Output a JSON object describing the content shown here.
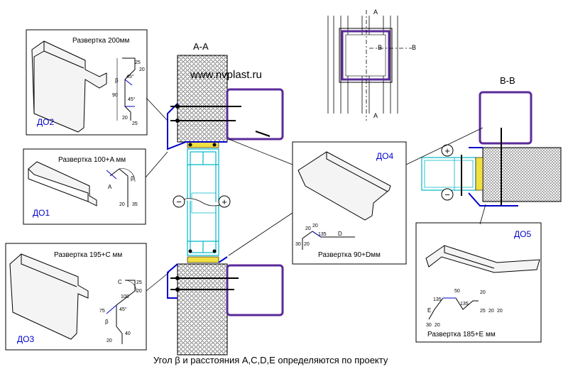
{
  "website": "www.nvplast.ru",
  "caption": "Угол β и расстояния A,C,D,E определяются по проекту",
  "section_aa": "A-A",
  "section_bb": "B-B",
  "plan_marks": {
    "a_top": "A",
    "a_bottom": "A",
    "b_left": "B",
    "b_right": "B"
  },
  "signs": {
    "plus": "+",
    "minus": "−"
  },
  "details": [
    {
      "id": "do2",
      "name": "ДО2",
      "sweep": "Развертка 200мм",
      "dims": [
        "25",
        "20",
        "45°",
        "90",
        "45°",
        "20",
        "25",
        "β"
      ]
    },
    {
      "id": "do1",
      "name": "ДО1",
      "sweep": "Развертка 100+A мм",
      "dims": [
        "A",
        "β",
        "20",
        "35"
      ]
    },
    {
      "id": "do3",
      "name": "ДО3",
      "sweep": "Развертка 195+С мм",
      "dims": [
        "C",
        "25",
        "20",
        "100",
        "45°",
        "75",
        "20",
        "40",
        "β"
      ]
    },
    {
      "id": "do4",
      "name": "ДО4",
      "sweep": "Развертка 90+Dмм",
      "dims": [
        "20",
        "20",
        "135",
        "D",
        "30",
        "20"
      ]
    },
    {
      "id": "do5",
      "name": "ДО5",
      "sweep": "Развертка 185+E мм",
      "dims": [
        "50",
        "20",
        "135",
        "135",
        "E",
        "30",
        "20",
        "25",
        "20",
        "20"
      ]
    }
  ],
  "colors": {
    "tube": "#5a2a9a",
    "flashing": "#0000cc",
    "frame": "#00b8c8",
    "gasket": "#f0e040"
  }
}
